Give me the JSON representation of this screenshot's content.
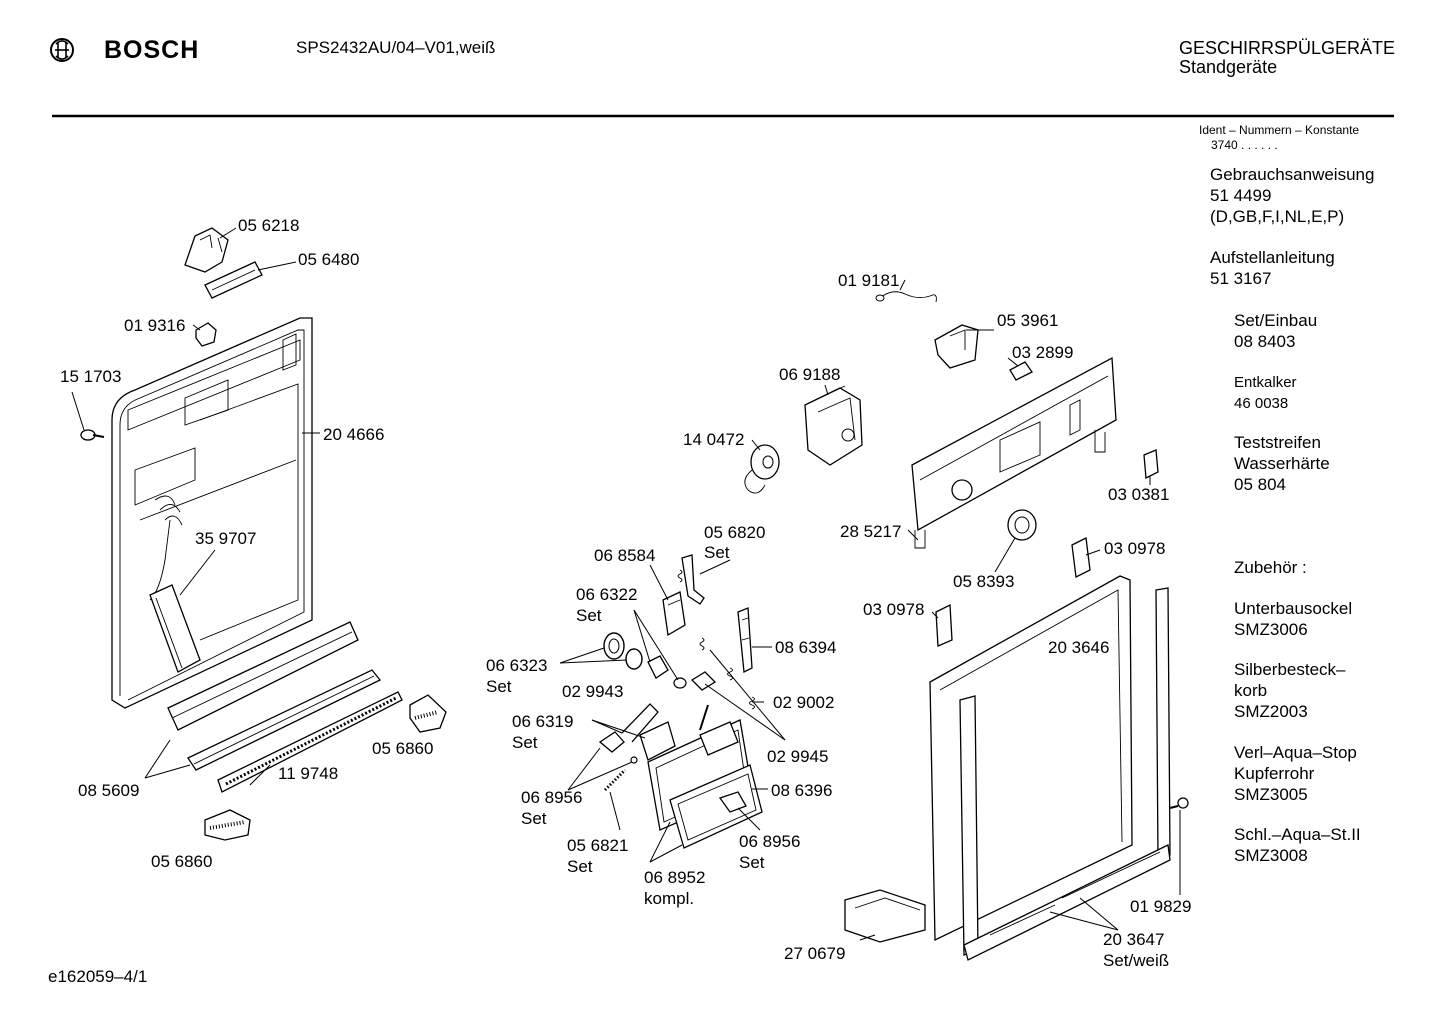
{
  "header": {
    "brand": "BOSCH",
    "model": "SPS2432AU/04–V01,weiß",
    "category_line1": "GESCHIRRSPÜLGERÄTE",
    "category_line2": "Standgeräte"
  },
  "ident": {
    "label": "Ident – Nummern – Konstante",
    "value": "3740 . .   . . . ."
  },
  "sidebar": {
    "manual_title": "Gebrauchsanweisung",
    "manual_no": "51 4499",
    "manual_langs": "(D,GB,F,I,NL,E,P)",
    "install_title": "Aufstellanleitung",
    "install_no": "51 3167",
    "set_title": "Set/Einbau",
    "set_no": "08 8403",
    "descaler_title": "Entkalker",
    "descaler_no": "46 0038",
    "test_title": "Teststreifen",
    "test_title2": "Wasserhärte",
    "test_no": "05 804",
    "acc_title": "Zubehör :",
    "acc1_name": "Unterbausockel",
    "acc1_no": "SMZ3006",
    "acc2_name1": "Silberbesteck–",
    "acc2_name2": "korb",
    "acc2_no": "SMZ2003",
    "acc3_name1": "Verl–Aqua–Stop",
    "acc3_name2": "Kupferrohr",
    "acc3_no": "SMZ3005",
    "acc4_name": "Schl.–Aqua–St.II",
    "acc4_no": "SMZ3008"
  },
  "parts": {
    "p056218": "05 6218",
    "p056480": "05 6480",
    "p019316": "01 9316",
    "p151703": "15 1703",
    "p204666": "20 4666",
    "p359707": "35 9707",
    "p056860a": "05 6860",
    "p085609": "08 5609",
    "p119748": "11 9748",
    "p056860b": "05 6860",
    "p019181": "01 9181",
    "p053961": "05 3961",
    "p032899": "03 2899",
    "p069188": "06 9188",
    "p140472": "14 0472",
    "p030381": "03 0381",
    "p285217": "28 5217",
    "p030978a": "03 0978",
    "p058393": "05 8393",
    "p030978b": "03 0978",
    "p203646": "20 3646",
    "p056820": "05 6820",
    "p056820set": "Set",
    "p068584": "06 8584",
    "p066322": "06 6322",
    "p066322set": "Set",
    "p066323": "06 6323",
    "p066323set": "Set",
    "p086394": "08 6394",
    "p029943": "02 9943",
    "p029002": "02 9002",
    "p066319": "06 6319",
    "p066319set": "Set",
    "p029945": "02 9945",
    "p068956a": "06 8956",
    "p068956aset": "Set",
    "p086396": "08 6396",
    "p056821": "05 6821",
    "p056821set": "Set",
    "p068956b": "06 8956",
    "p068956bset": "Set",
    "p068952": "06 8952",
    "p068952kompl": "kompl.",
    "p019829": "01 9829",
    "p203647": "20 3647",
    "p203647set": "Set/weiß",
    "p270679": "27 0679"
  },
  "footer": {
    "code": "e162059–4/1"
  }
}
